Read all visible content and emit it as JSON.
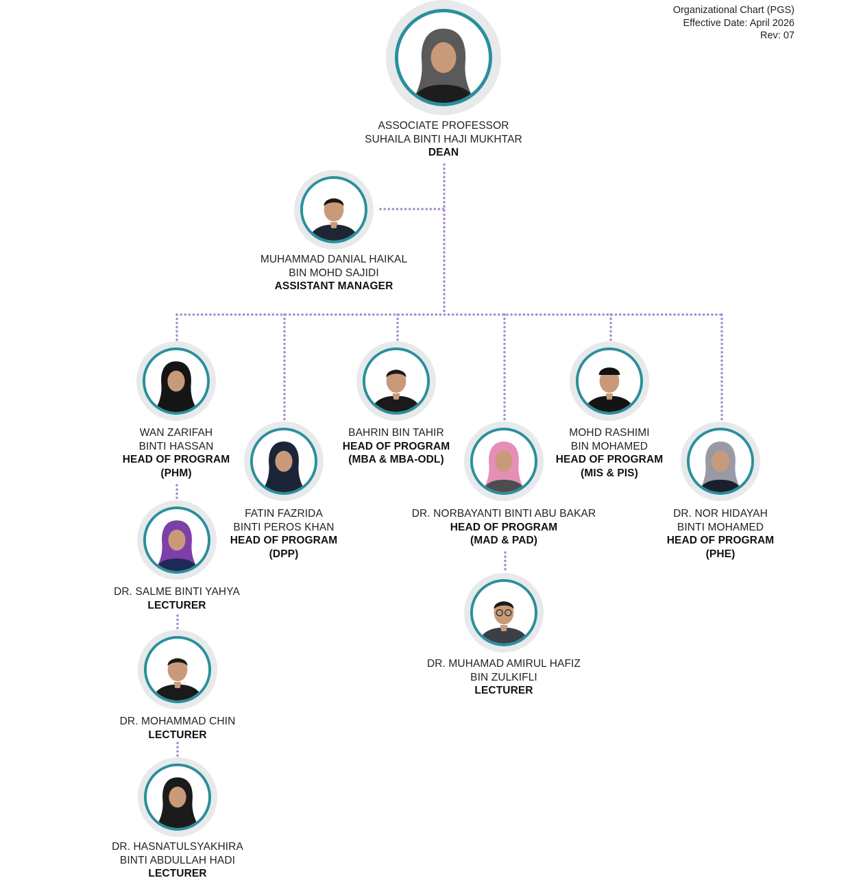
{
  "header": {
    "line1": "Organizational Chart (PGS)",
    "line2": "Effective Date: April 2026",
    "line3": "Rev: 07"
  },
  "colors": {
    "connector": "#a78bd1",
    "ring": "#2a8f9c",
    "halo": "#e7e9eb"
  },
  "people": {
    "dean": {
      "name": [
        "ASSOCIATE PROFESSOR",
        "SUHAILA BINTI HAJI MUKHTAR"
      ],
      "role": "DEAN",
      "program": ""
    },
    "am": {
      "name": [
        "MUHAMMAD DANIAL HAIKAL",
        "BIN MOHD SAJIDI"
      ],
      "role": "ASSISTANT MANAGER",
      "program": ""
    },
    "wan": {
      "name": [
        "WAN ZARIFAH",
        "BINTI HASSAN"
      ],
      "role": "HEAD OF PROGRAM",
      "program": "(PHM)"
    },
    "fatin": {
      "name": [
        "FATIN FAZRIDA",
        "BINTI PEROS KHAN"
      ],
      "role": "HEAD OF PROGRAM",
      "program": "(DPP)"
    },
    "bahrin": {
      "name": [
        "BAHRIN BIN TAHIR"
      ],
      "role": "HEAD OF PROGRAM",
      "program": "(MBA & MBA-ODL)"
    },
    "norbayanti": {
      "name": [
        "DR. NORBAYANTI BINTI ABU BAKAR"
      ],
      "role": "HEAD OF PROGRAM",
      "program": "(MAD & PAD)"
    },
    "rashimi": {
      "name": [
        "MOHD RASHIMI",
        "BIN MOHAMED"
      ],
      "role": "HEAD OF PROGRAM",
      "program": "(MIS & PIS)"
    },
    "hidayah": {
      "name": [
        "DR. NOR HIDAYAH",
        "BINTI MOHAMED"
      ],
      "role": "HEAD OF PROGRAM",
      "program": "(PHE)"
    },
    "salme": {
      "name": [
        "DR. SALME BINTI YAHYA"
      ],
      "role": "LECTURER",
      "program": ""
    },
    "chin": {
      "name": [
        "DR. MOHAMMAD CHIN"
      ],
      "role": "LECTURER",
      "program": ""
    },
    "hasnatul": {
      "name": [
        "DR. HASNATULSYAKHIRA",
        "BINTI ABDULLAH HADI"
      ],
      "role": "LECTURER",
      "program": ""
    },
    "amirul": {
      "name": [
        "DR. MUHAMAD AMIRUL HAFIZ",
        "BIN ZULKIFLI"
      ],
      "role": "LECTURER",
      "program": ""
    }
  }
}
